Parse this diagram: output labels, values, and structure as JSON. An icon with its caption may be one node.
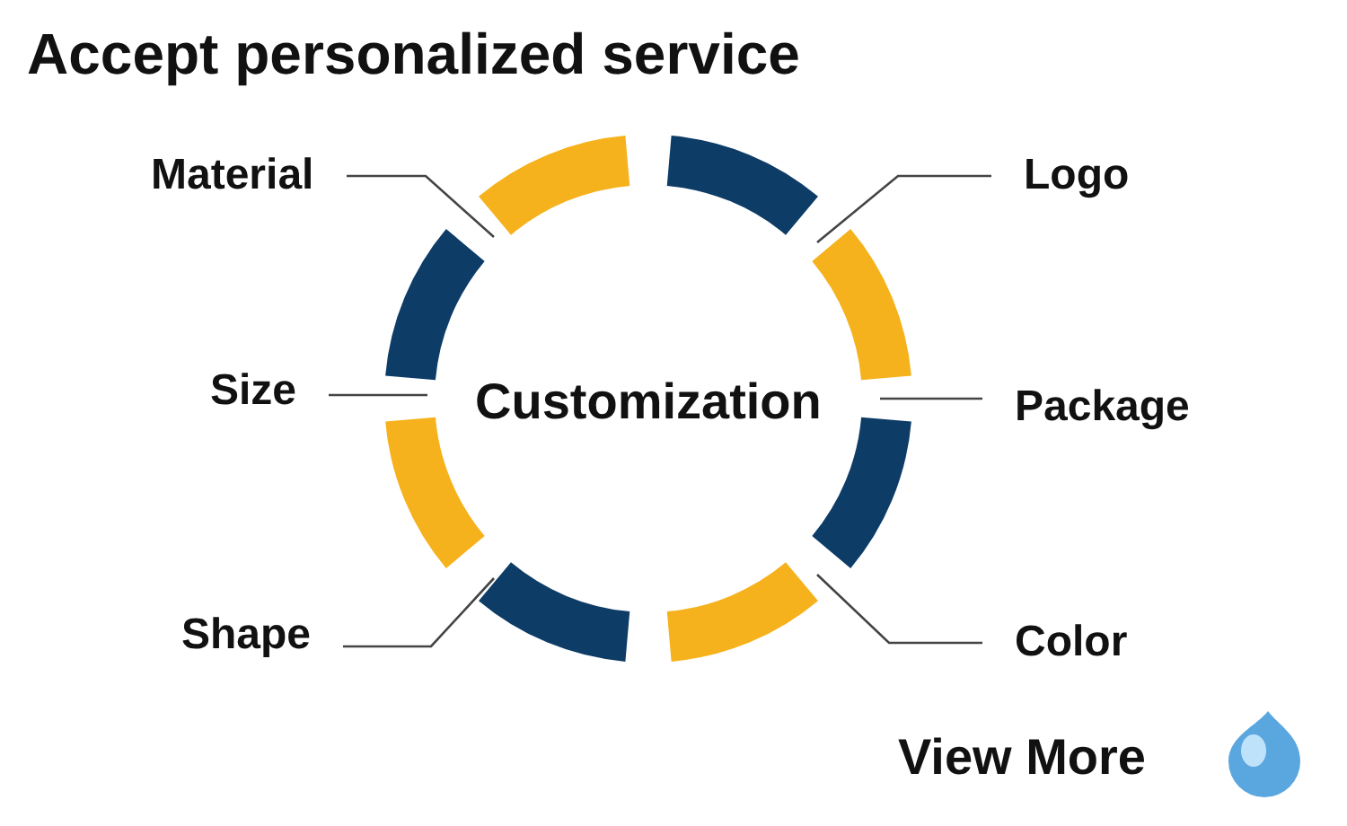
{
  "diagram": {
    "title": "Accept personalized service",
    "nodes": [
      {
        "text": [
          "Customization"
        ]
      },
      {
        "text": [
          "Material"
        ]
      },
      {
        "text": [
          "Logo"
        ]
      },
      {
        "text": [
          "Size"
        ]
      },
      {
        "text": [
          "Package"
        ]
      },
      {
        "text": [
          "Shape"
        ]
      },
      {
        "text": [
          "Color"
        ]
      }
    ],
    "edges": [
      {
        "from": 1,
        "to": null,
        "arrow": "none"
      },
      {
        "from": 2,
        "to": null,
        "arrow": "none"
      },
      {
        "from": 3,
        "to": null,
        "arrow": "none"
      },
      {
        "from": 4,
        "to": null,
        "arrow": "none"
      },
      {
        "from": 5,
        "to": null,
        "arrow": "none"
      },
      {
        "from": 6,
        "to": null,
        "arrow": "none"
      }
    ],
    "labels": [
      "View More"
    ]
  }
}
